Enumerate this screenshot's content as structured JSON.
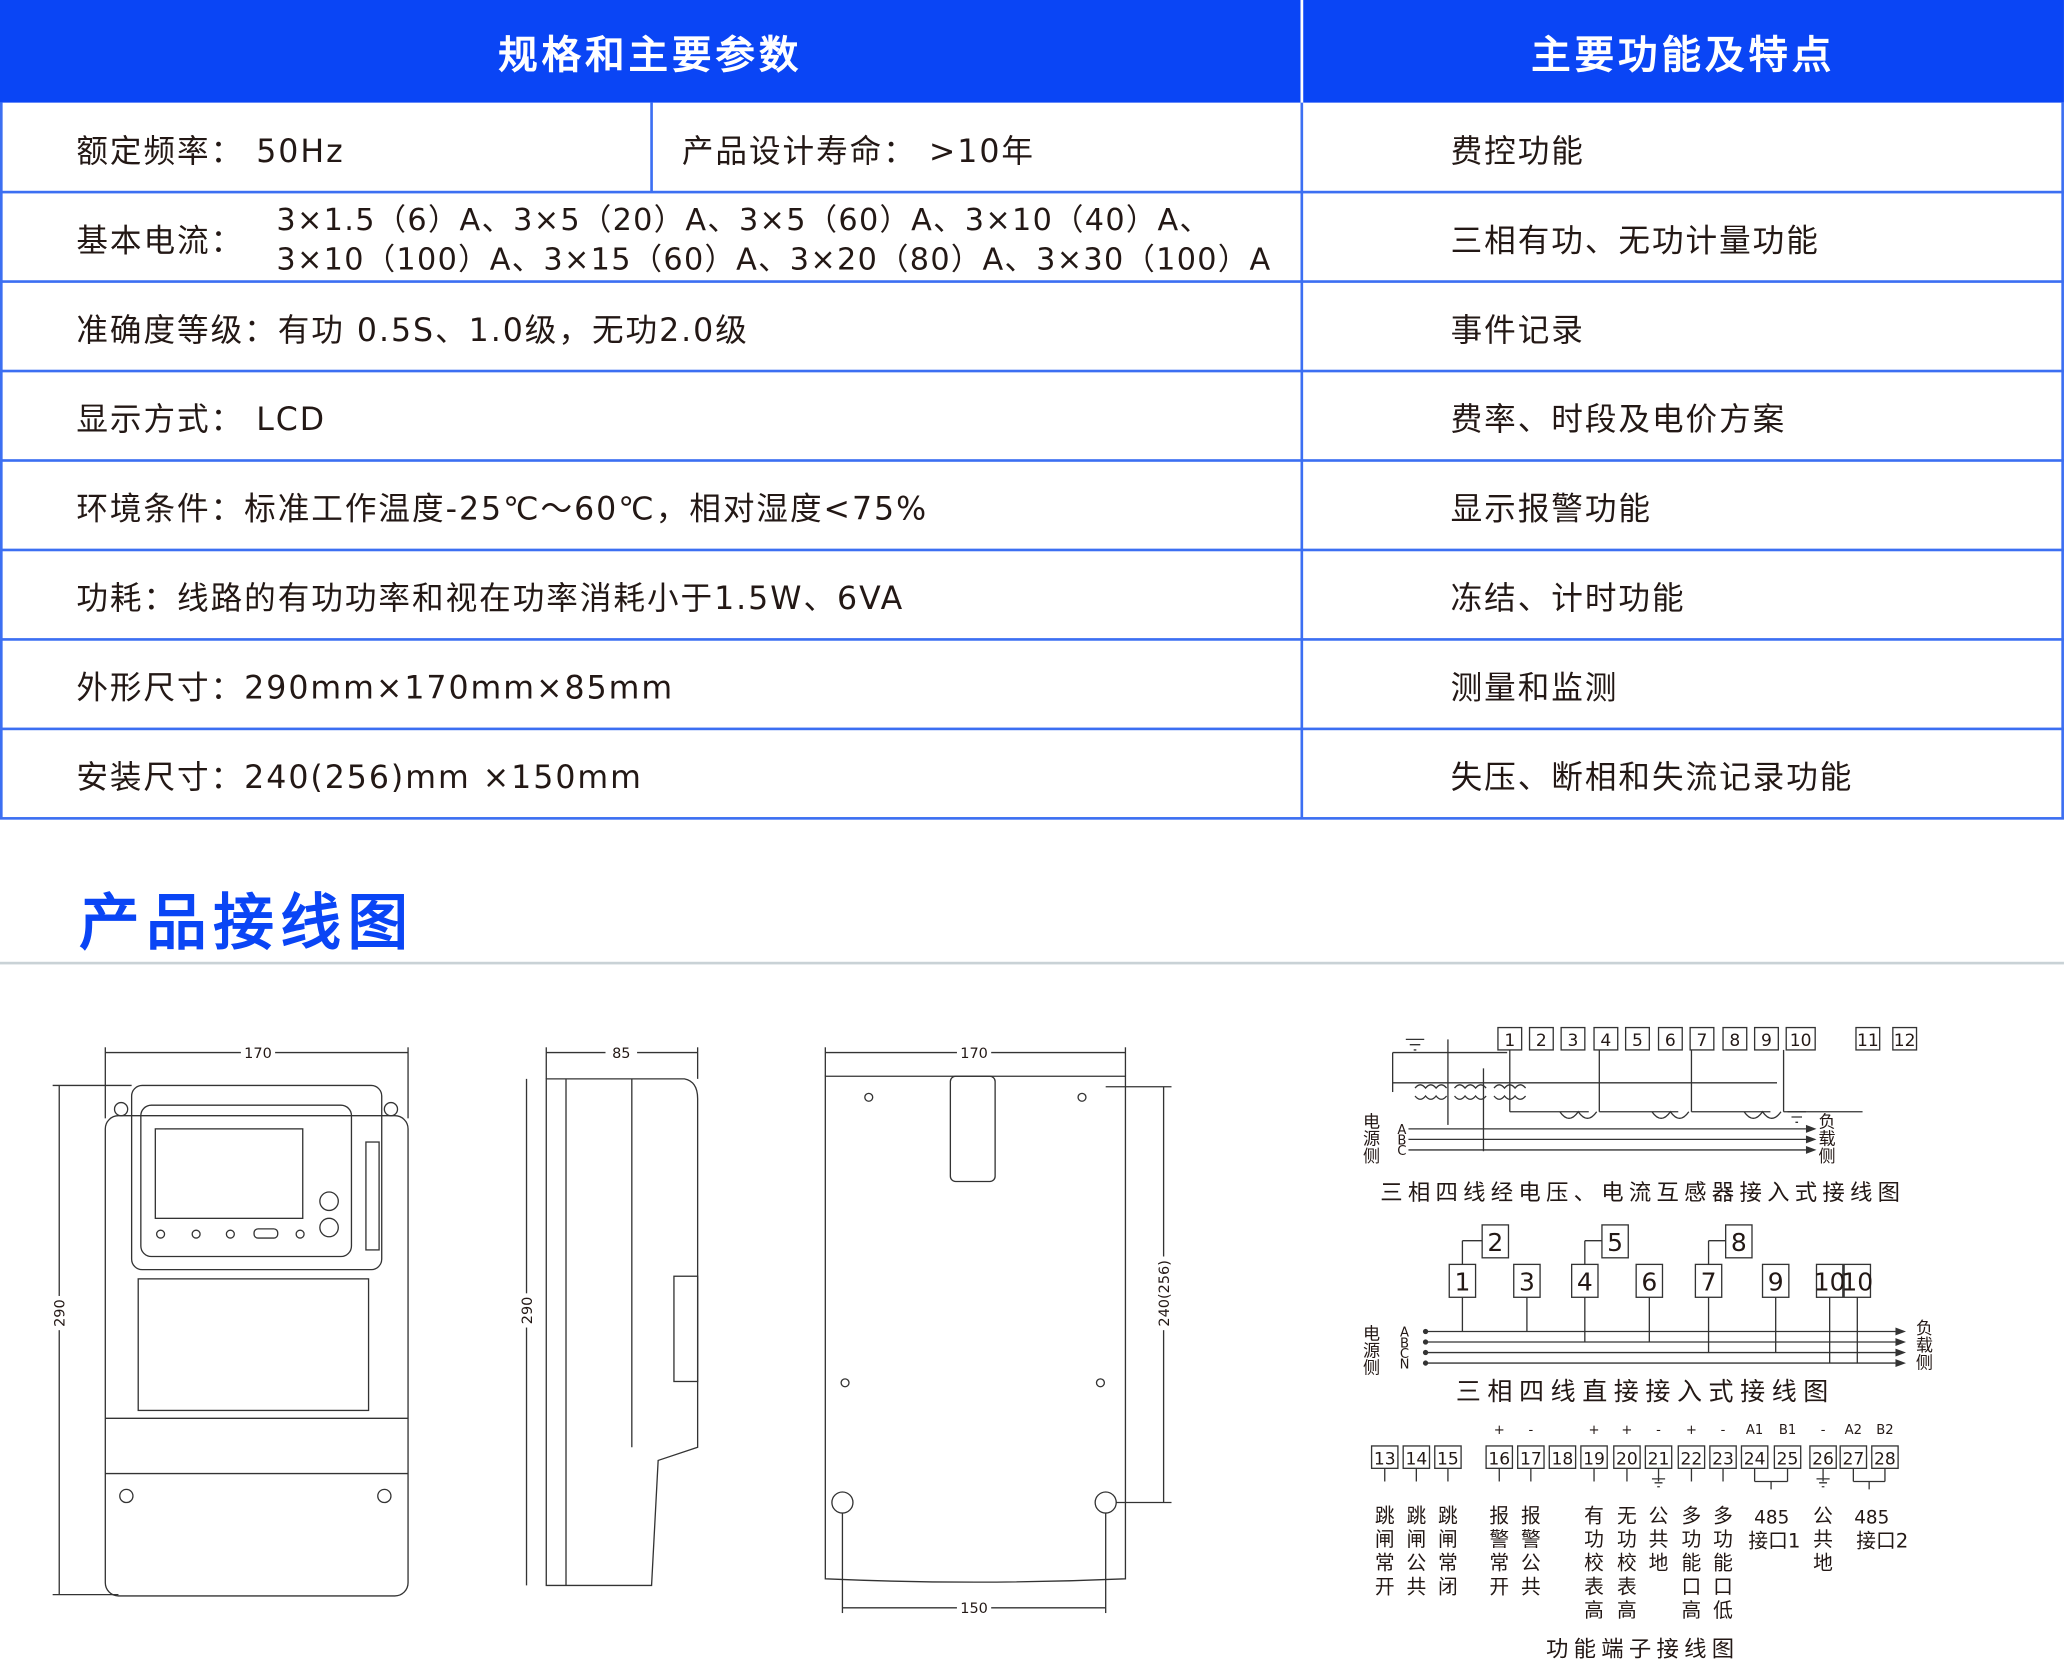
{
  "table": {
    "header_left": "规格和主要参数",
    "header_right": "主要功能及特点",
    "rows": [
      {
        "spec": "额定频率：  50Hz",
        "spec2": "产品设计寿命：  >10年",
        "feature": "费控功能"
      },
      {
        "spec_label": "基本电流：",
        "spec_line1": "3×1.5（6）A、3×5（20）A、3×5（60）A、3×10（40）A、",
        "spec_line2": "3×10（100）A、3×15（60）A、3×20（80）A、3×30（100）A",
        "feature": "三相有功、无功计量功能"
      },
      {
        "spec": "准确度等级：有功 0.5S、1.0级，无功2.0级",
        "feature": "事件记录"
      },
      {
        "spec": "显示方式：  LCD",
        "feature": "费率、时段及电价方案"
      },
      {
        "spec": "环境条件：标准工作温度-25℃～60℃，相对湿度<75%",
        "feature": "显示报警功能"
      },
      {
        "spec": "功耗：线路的有功功率和视在功率消耗小于1.5W、6VA",
        "feature": "冻结、计时功能"
      },
      {
        "spec": "外形尺寸：290mm×170mm×85mm",
        "feature": "测量和监测"
      },
      {
        "spec": "安装尺寸：240(256)mm ×150mm",
        "feature": "失压、断相和失流记录功能"
      }
    ]
  },
  "section_title": "产品接线图",
  "drawings": {
    "front": {
      "width_dim": "170",
      "height_dim": "290"
    },
    "side": {
      "depth_dim": "85",
      "height_dim": "290"
    },
    "back": {
      "width_dim": "170",
      "mount_height_dim": "240(256)",
      "mount_width_dim": "150"
    }
  },
  "diagram1": {
    "title": "三相四线经电压、电流互感器接入式接线图",
    "terminals": [
      "1",
      "2",
      "3",
      "4",
      "5",
      "6",
      "7",
      "8",
      "9",
      "10",
      "11",
      "12"
    ],
    "phases": [
      "A",
      "B",
      "C"
    ],
    "source_label": "电源侧",
    "load_label": "负载侧"
  },
  "diagram2": {
    "title": "三相四线直接接入式接线图",
    "top_terminals": [
      "2",
      "5",
      "8"
    ],
    "bottom_terminals": [
      "1",
      "3",
      "4",
      "6",
      "7",
      "9",
      "10",
      "10"
    ],
    "phases": [
      "A",
      "B",
      "C",
      "N"
    ],
    "source_label": "电源侧",
    "load_label": "负载侧"
  },
  "diagram3": {
    "title": "功能端子接线图",
    "terminals": [
      {
        "num": "13",
        "sign": "",
        "label": "跳闸常开"
      },
      {
        "num": "14",
        "sign": "",
        "label": "跳闸公共"
      },
      {
        "num": "15",
        "sign": "",
        "label": "跳闸常闭"
      },
      {
        "num": "16",
        "sign": "+",
        "label": "报警常开"
      },
      {
        "num": "17",
        "sign": "-",
        "label": "报警公共"
      },
      {
        "num": "18",
        "sign": "",
        "label": ""
      },
      {
        "num": "19",
        "sign": "+",
        "label": "有功校表高"
      },
      {
        "num": "20",
        "sign": "+",
        "label": "无功校表高"
      },
      {
        "num": "21",
        "sign": "-",
        "label": "公共地"
      },
      {
        "num": "22",
        "sign": "+",
        "label": "多功能口高"
      },
      {
        "num": "23",
        "sign": "-",
        "label": "多功能口低"
      },
      {
        "num": "24",
        "sign": "A1",
        "label": ""
      },
      {
        "num": "25",
        "sign": "B1",
        "label": ""
      },
      {
        "num": "26",
        "sign": "-",
        "label": "公共地"
      },
      {
        "num": "27",
        "sign": "A2",
        "label": ""
      },
      {
        "num": "28",
        "sign": "B2",
        "label": ""
      }
    ],
    "rs485_1": {
      "top": "485",
      "bottom": "接口1"
    },
    "rs485_2": {
      "top": "485",
      "bottom": "接口2"
    }
  },
  "colors": {
    "header_blue": "#0a45f5",
    "grid_blue": "#3c6ff2",
    "title_blue": "#0a45f5"
  }
}
